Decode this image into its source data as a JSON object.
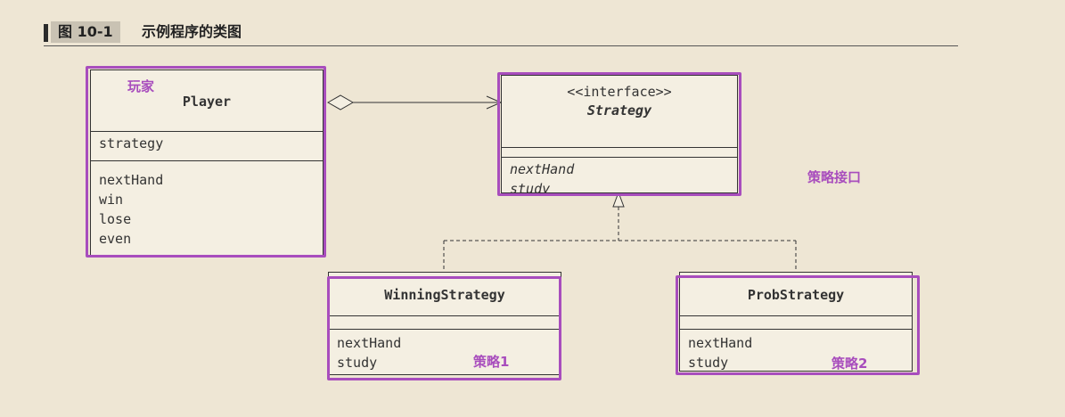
{
  "figure": {
    "label": "图 10-1",
    "title": "示例程序的类图"
  },
  "classes": {
    "player": {
      "name": "Player",
      "fields": [
        "strategy"
      ],
      "methods": [
        "nextHand",
        "win",
        "lose",
        "even"
      ]
    },
    "strategy": {
      "stereotype": "<<interface>>",
      "name": "Strategy",
      "methods": [
        "nextHand",
        "study"
      ]
    },
    "winning": {
      "name": "WinningStrategy",
      "methods": [
        "nextHand",
        "study"
      ]
    },
    "prob": {
      "name": "ProbStrategy",
      "methods": [
        "nextHand",
        "study"
      ]
    }
  },
  "annotations": {
    "player": "玩家",
    "strategy": "策略接口",
    "winning": "策略1",
    "prob": "策略2"
  },
  "colors": {
    "highlight": "#a84dbd",
    "background": "#eee6d4"
  }
}
